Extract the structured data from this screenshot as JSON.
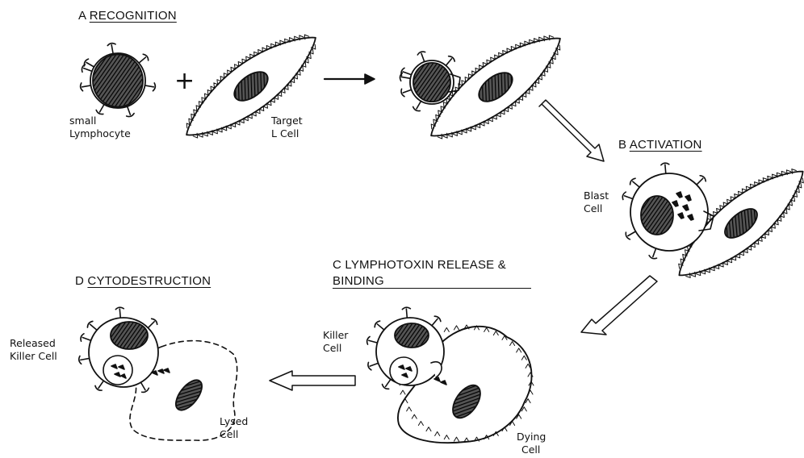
{
  "sections": {
    "a": {
      "letter": "A",
      "title": "RECOGNITION"
    },
    "b": {
      "letter": "B",
      "title": "ACTIVATION"
    },
    "c": {
      "letter": "C",
      "title_line1": "LYMPHOTOXIN RELEASE &",
      "title_line2": "BINDING"
    },
    "d": {
      "letter": "D",
      "title": "CYTODESTRUCTION"
    }
  },
  "labels": {
    "small_lymphocyte_1": "small",
    "small_lymphocyte_2": "Lymphocyte",
    "plus": "+",
    "target_cell_1": "Target",
    "target_cell_2": "L  Cell",
    "blast_cell_1": "Blast",
    "blast_cell_2": "Cell",
    "killer_cell_1": "Killer",
    "killer_cell_2": "Cell",
    "dying_cell_1": "Dying",
    "dying_cell_2": "Cell",
    "released_killer_1": "Released",
    "released_killer_2": "Killer Cell",
    "lysed_cell_1": "Lysed",
    "lysed_cell_2": "Cell"
  },
  "colors": {
    "ink": "#111111",
    "background": "#ffffff"
  }
}
